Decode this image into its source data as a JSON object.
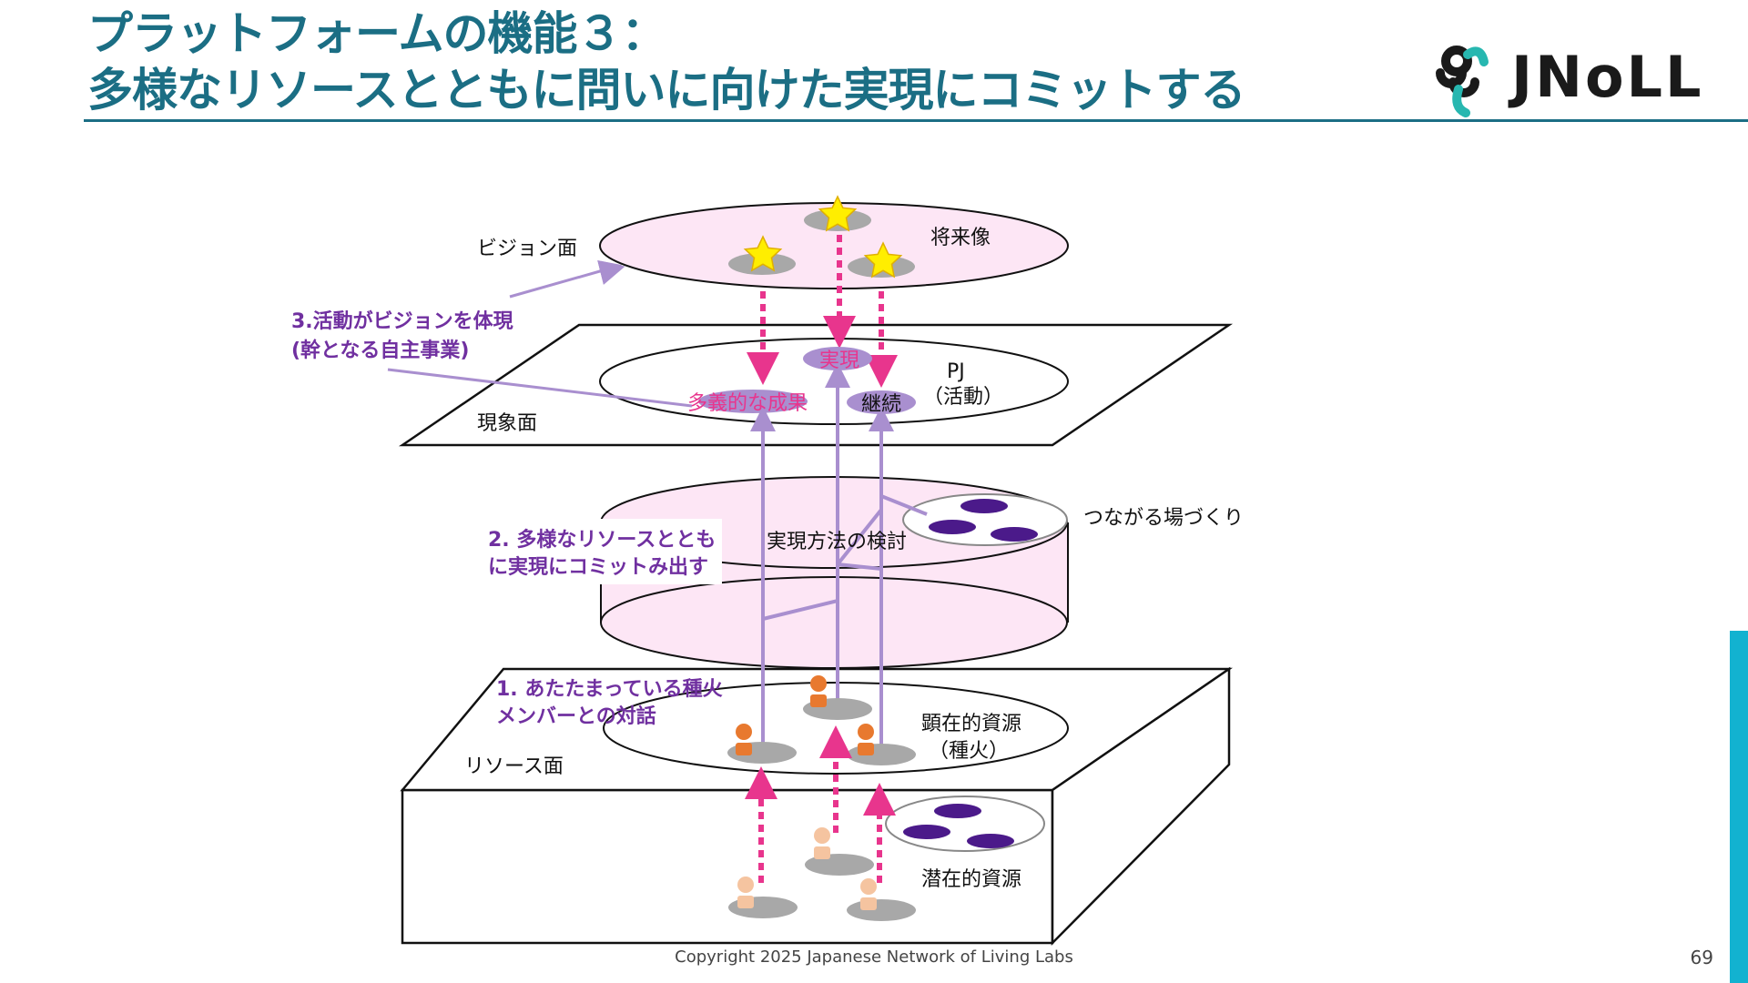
{
  "title": {
    "line1": "プラットフォームの機能３：",
    "line2": "多様なリソースとともに問いに向けた実現にコミットする"
  },
  "logo": {
    "text": "JNoLL"
  },
  "layers": {
    "vision": {
      "label": "ビジョン面",
      "ellipse_label": "将来像"
    },
    "phenomenon": {
      "label": "現象面",
      "ellipse_label_1": "PJ",
      "ellipse_label_2": "（活動）"
    },
    "method": {
      "label": "実現方法の検討",
      "network_label": "つながる場づくり"
    },
    "resource": {
      "label": "リソース面",
      "manifest_1": "顕在的資源",
      "manifest_2": "（種火）",
      "latent": "潜在的資源"
    }
  },
  "outcomes": {
    "diverse": "多義的な成果",
    "realize": "実現",
    "continue": "継続"
  },
  "annotations": {
    "a3_line1": "3.活動がビジョンを体現",
    "a3_line2": "(幹となる自主事業)",
    "a2_line1": "2. 多様なリソースととも",
    "a2_line2": "に実現にコミットみ出す",
    "a1_line1": "1. あたたまっている種火",
    "a1_line2": "メンバーとの対話"
  },
  "colors": {
    "title": "#1b6e84",
    "accent_purple": "#7030a0",
    "pink_arrow": "#e8358d",
    "lavender": "#a98fcf",
    "pink_fill": "#fde6f5",
    "dark_purple": "#4b1a8a",
    "person_orange": "#e8792f",
    "person_peach": "#f5c4a0",
    "star": "#ffee00",
    "side_bar": "#12b2d0"
  },
  "icons": [
    "star-icon",
    "person-icon",
    "logo-icon"
  ],
  "footer": {
    "copyright": "Copyright 2025  Japanese Network of Living Labs",
    "page": "69"
  }
}
